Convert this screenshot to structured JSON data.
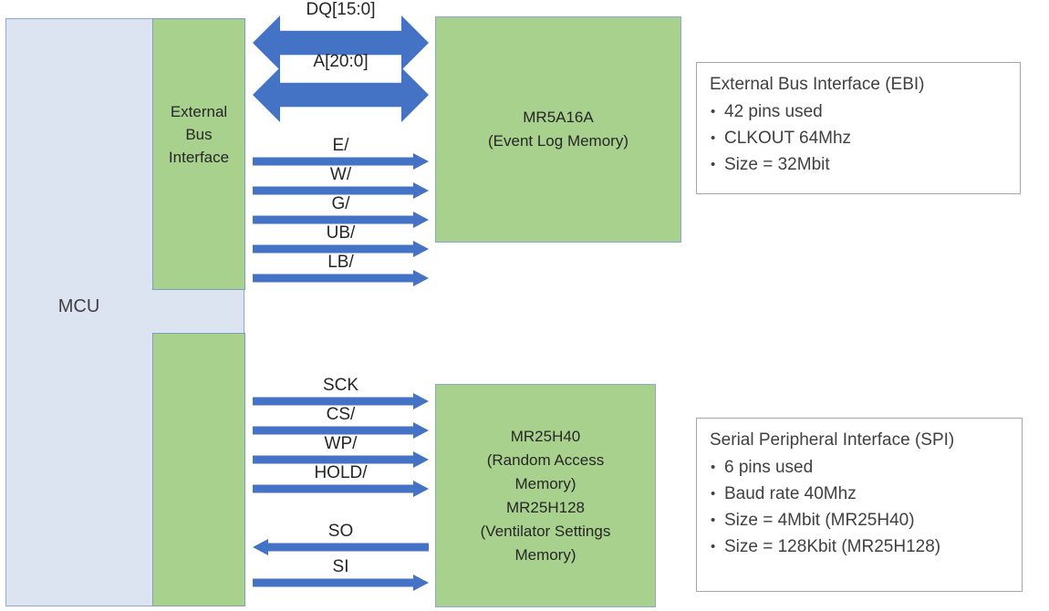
{
  "diagram": {
    "mcu": {
      "label": "MCU",
      "interfaces": [
        {
          "name": "external-bus-interface",
          "label": "External\nBus\nInterface"
        },
        {
          "name": "serial-peripheral-interface",
          "label": ""
        }
      ]
    },
    "memories": [
      {
        "name": "event-log-memory",
        "label": "MR5A16A\n(Event Log Memory)"
      },
      {
        "name": "ram-settings-memory",
        "label": "MR25H40\n(Random Access\nMemory)\nMR25H128\n(Ventilator Settings\nMemory)"
      }
    ],
    "ebi_signals": [
      {
        "label": "DQ[15:0]",
        "direction": "bidirectional",
        "style": "wide"
      },
      {
        "label": "A[20:0]",
        "direction": "bidirectional",
        "style": "wide"
      },
      {
        "label": "E/",
        "direction": "right",
        "style": "thin"
      },
      {
        "label": "W/",
        "direction": "right",
        "style": "thin"
      },
      {
        "label": "G/",
        "direction": "right",
        "style": "thin"
      },
      {
        "label": "UB/",
        "direction": "right",
        "style": "thin"
      },
      {
        "label": "LB/",
        "direction": "right",
        "style": "thin"
      }
    ],
    "spi_signals": [
      {
        "label": "SCK",
        "direction": "right",
        "style": "thin"
      },
      {
        "label": "CS/",
        "direction": "right",
        "style": "thin"
      },
      {
        "label": "WP/",
        "direction": "right",
        "style": "thin"
      },
      {
        "label": "HOLD/",
        "direction": "right",
        "style": "thin"
      },
      {
        "label": "SO",
        "direction": "left",
        "style": "thin"
      },
      {
        "label": "SI",
        "direction": "right",
        "style": "thin"
      }
    ],
    "notes": [
      {
        "name": "ebi-note",
        "title": "External Bus Interface (EBI)",
        "items": [
          "42 pins used",
          "CLKOUT 64Mhz",
          "Size = 32Mbit"
        ]
      },
      {
        "name": "spi-note",
        "title": "Serial Peripheral Interface (SPI)",
        "items": [
          "6 pins used",
          "Baud rate 40Mhz",
          "Size = 4Mbit (MR25H40)",
          "Size = 128Kbit (MR25H128)"
        ]
      }
    ],
    "colors": {
      "mcu_fill": "#DCE4F2",
      "mcu_border": "#8EA9D1",
      "block_fill": "#A9D18E",
      "block_border": "#8EA9D1",
      "arrow": "#4472C4",
      "note_border": "#A6A6A6",
      "text": "#404040"
    }
  }
}
